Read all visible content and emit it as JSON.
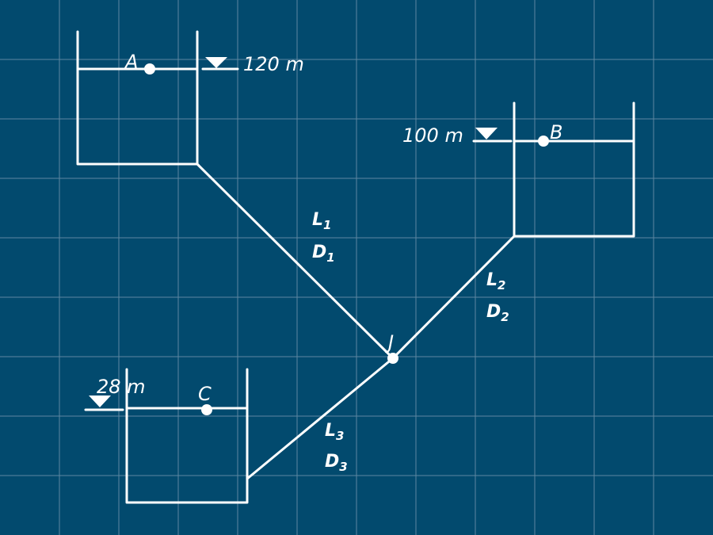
{
  "colors": {
    "background": "#024a6e",
    "grid": "#5d87a1",
    "ink": "#ffffff"
  },
  "reservoirs": [
    {
      "name": "A",
      "elevation": "120 m"
    },
    {
      "name": "B",
      "elevation": "100 m"
    },
    {
      "name": "C",
      "elevation": "28 m"
    }
  ],
  "junction": {
    "name": "J"
  },
  "pipes": [
    {
      "L": "L",
      "D": "D",
      "sub": "1"
    },
    {
      "L": "L",
      "D": "D",
      "sub": "2"
    },
    {
      "L": "L",
      "D": "D",
      "sub": "3"
    }
  ],
  "icons": {
    "water_level": "water-level-triangle-icon"
  }
}
